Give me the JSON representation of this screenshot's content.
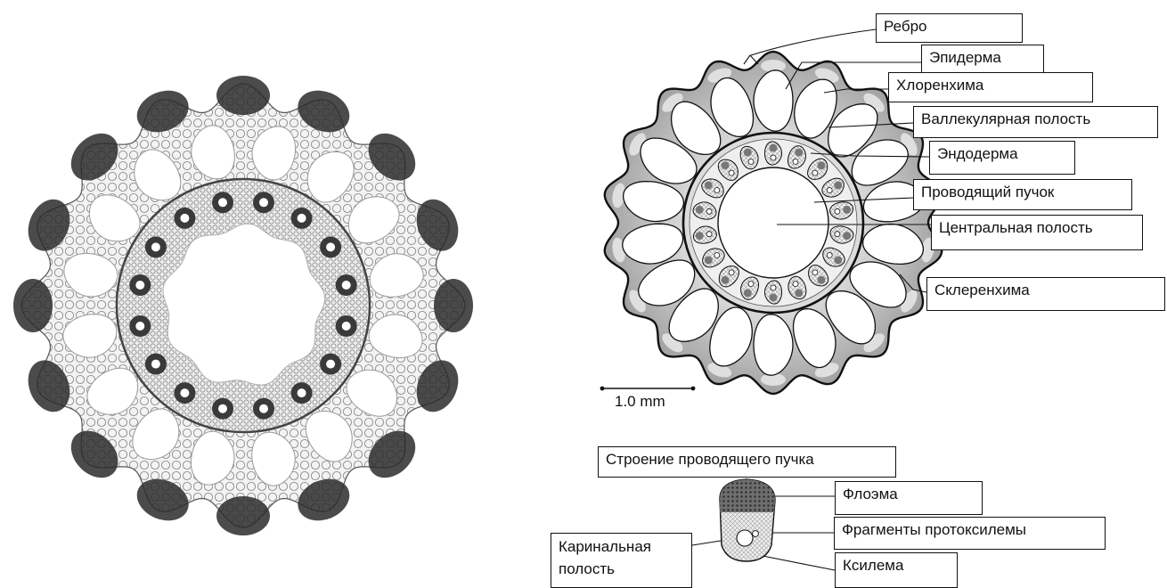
{
  "labels": {
    "rib": "Ребро",
    "epidermis": "Эпидерма",
    "chlorenchyma": "Хлоренхима",
    "vallecular_canal": "Валлекулярная полость",
    "endodermis": "Эндодерма",
    "vascular_bundle": "Проводящий пучок",
    "central_canal": "Центральная полость",
    "sclerenchyma": "Склеренхима",
    "bundle_structure_title": "Строение проводящего пучка",
    "phloem": "Флоэма",
    "protoxylem_fragments": "Фрагменты протоксилемы",
    "carinal_canal": "Каринальная полость",
    "xylem": "Ксилема"
  },
  "scale_bar": {
    "text": "1.0 mm"
  },
  "colors": {
    "tissue_gray": "#a7a7a7",
    "stain_dark": "#2e2e2e",
    "cavity": "#ffffff",
    "line": "#111111"
  }
}
